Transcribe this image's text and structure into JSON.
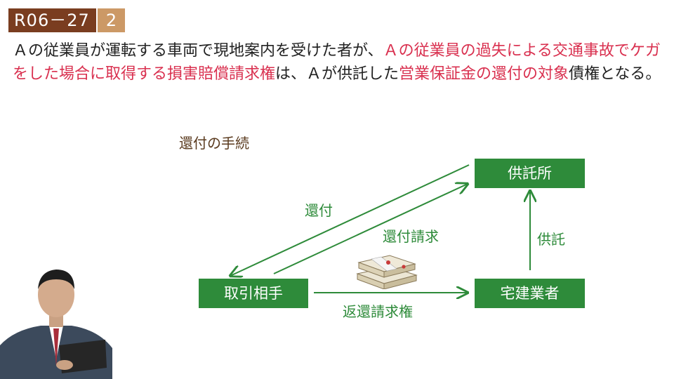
{
  "header": {
    "code": "R06－27",
    "number": "2"
  },
  "question": {
    "p1": "Ａの従業員が運転する車両で現地案内を受けた者が、",
    "p2": "Ａの従業員の過失による交通事故でケガをした場合に取得する損害賠償請求権",
    "p3": "は、Ａが供託した",
    "p4": "営業保証金の還付の対象",
    "p5": "債権となる。"
  },
  "diagram": {
    "title": "還付の手続",
    "nodes": {
      "depository": "供託所",
      "counterparty": "取引相手",
      "dealer": "宅建業者"
    },
    "edges": {
      "refund": "還付",
      "refund_request": "還付請求",
      "deposit": "供託",
      "repayment_claim": "返還請求権"
    }
  },
  "colors": {
    "badge_dark": "#7a3d20",
    "badge_light": "#cc9966",
    "highlight": "#d9304f",
    "node_green": "#2e8b3a"
  },
  "icons": [
    "money-bundle-icon",
    "presenter-photo"
  ]
}
